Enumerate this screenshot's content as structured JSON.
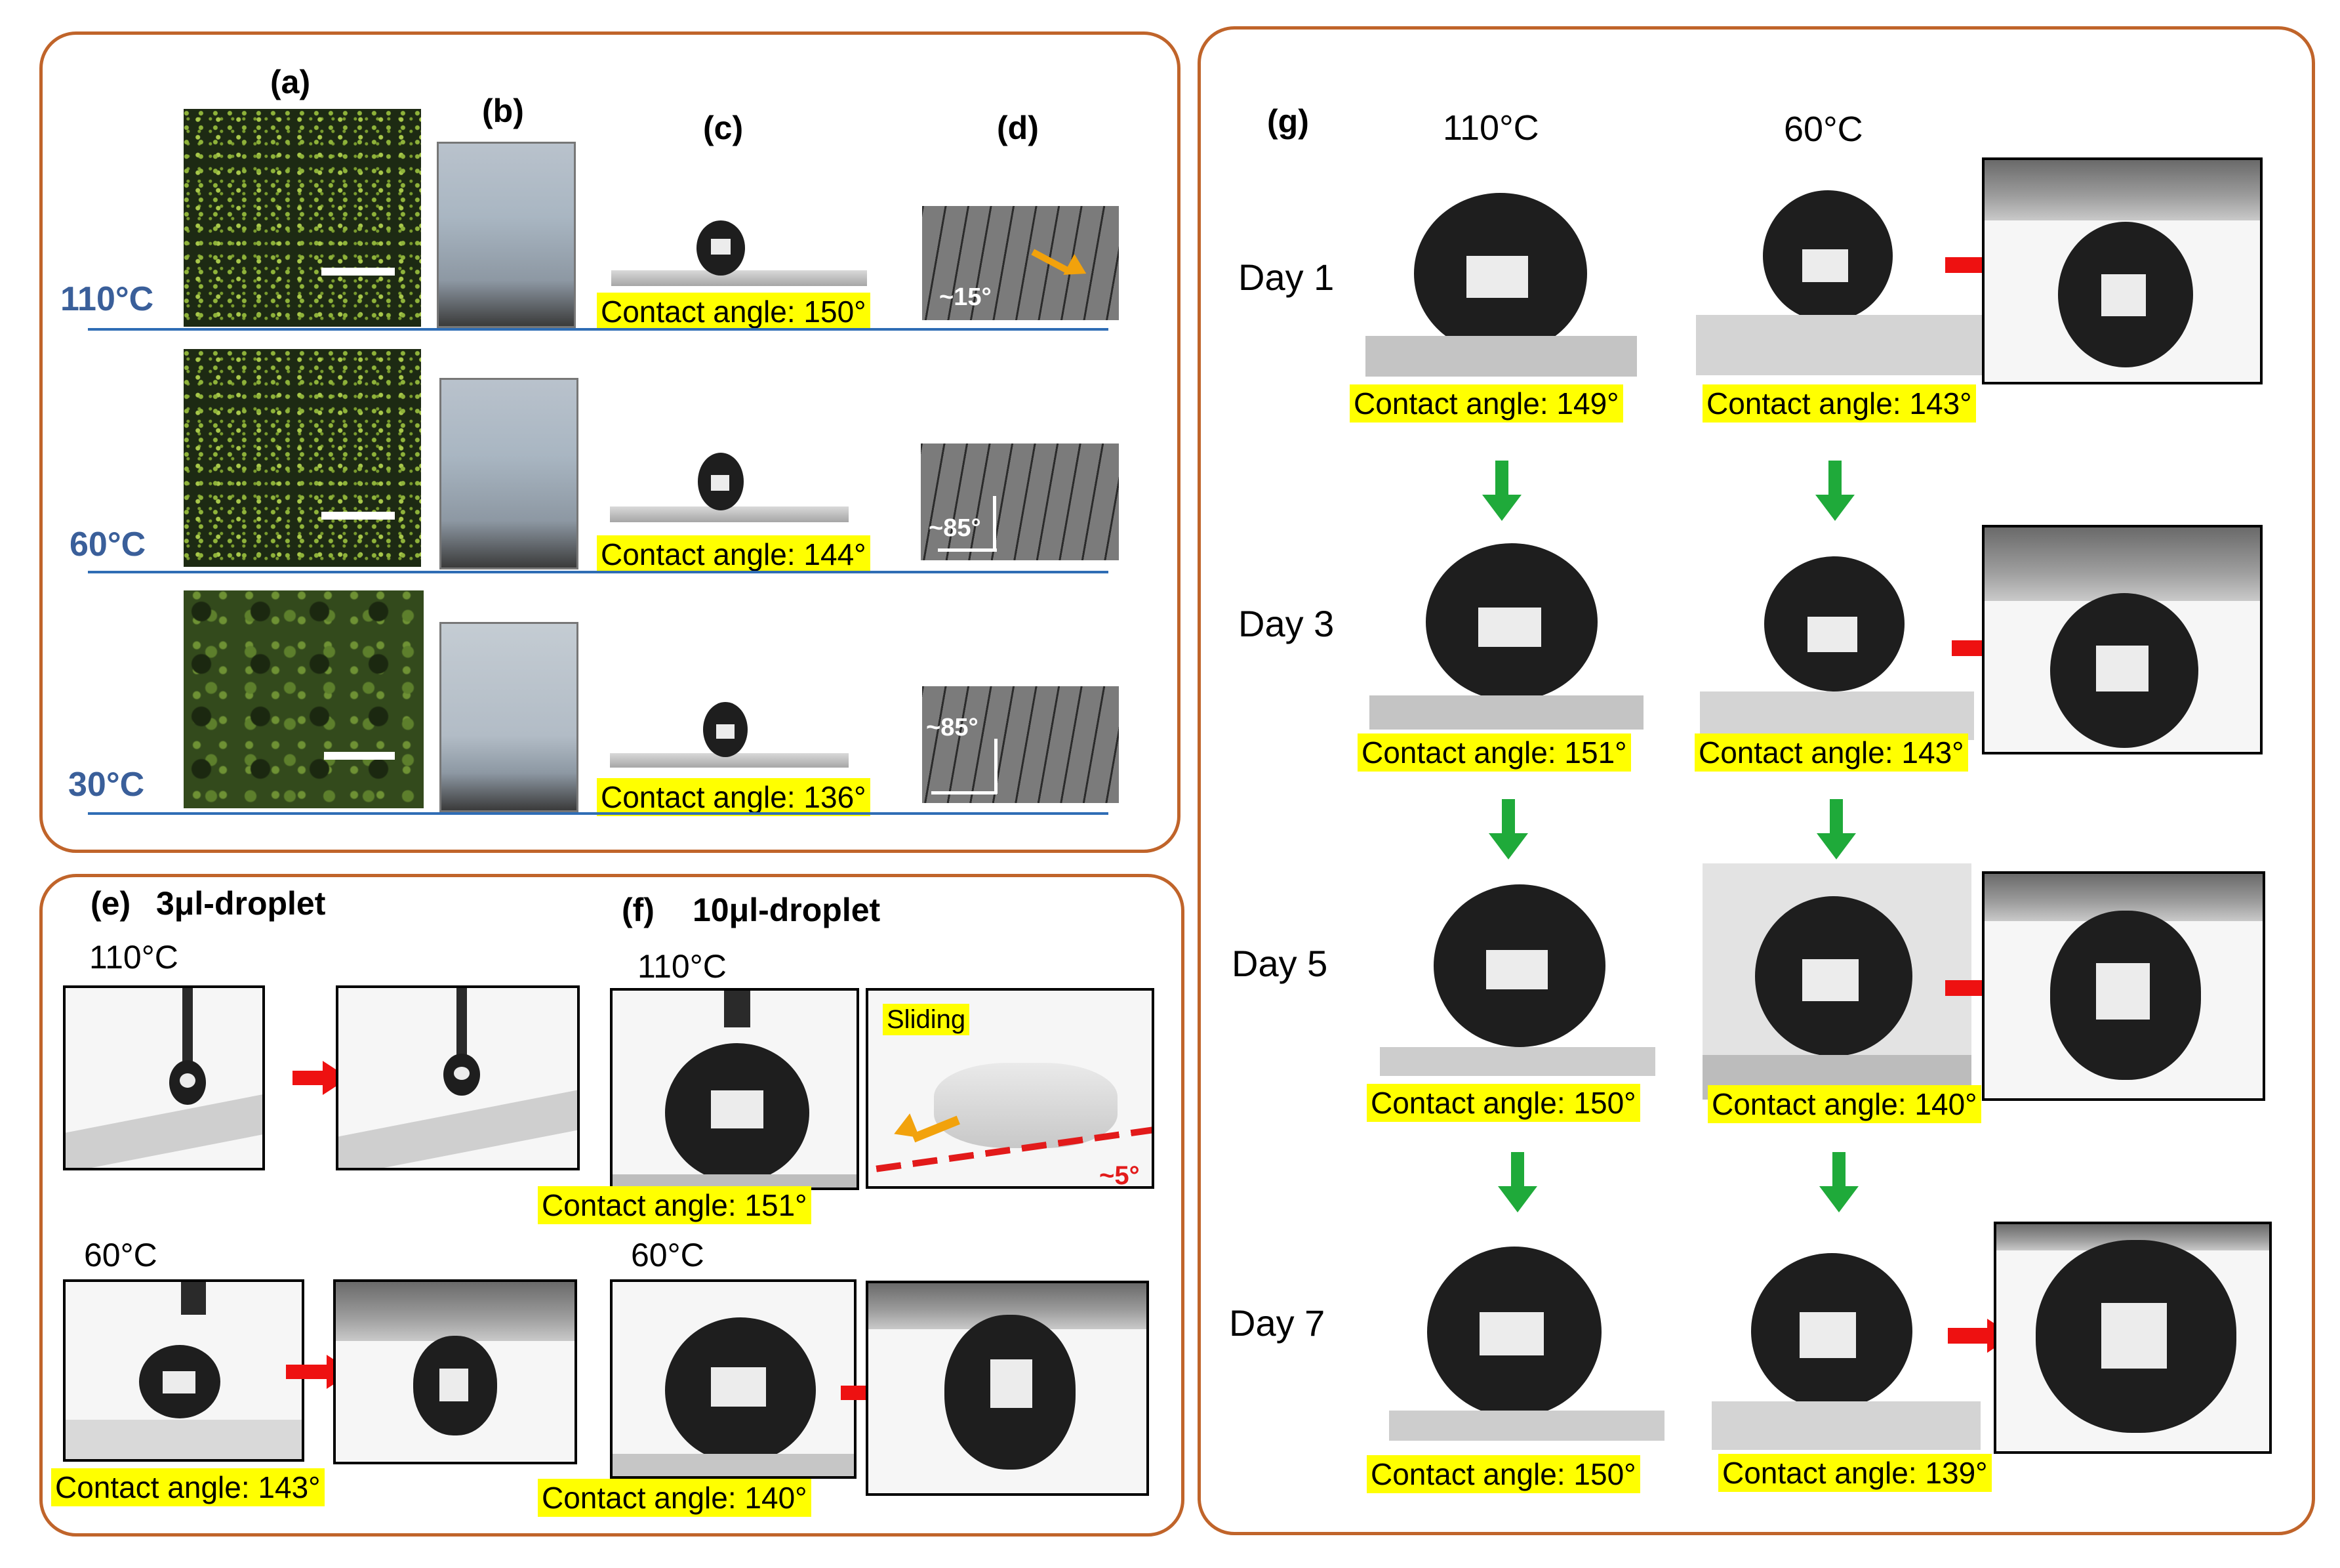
{
  "panels_abcd": {
    "labels": {
      "a": "(a)",
      "b": "(b)",
      "c": "(c)",
      "d": "(d)"
    },
    "rows": [
      {
        "temp": "110°C",
        "contact_angle": "Contact angle: 150°",
        "tilt": "~15°"
      },
      {
        "temp": "60°C",
        "contact_angle": "Contact angle: 144°",
        "tilt": "~85°"
      },
      {
        "temp": "30°C",
        "contact_angle": "Contact angle: 136°",
        "tilt": "~85°"
      }
    ]
  },
  "panel_e": {
    "label": "(e)",
    "title": "3μl-droplet",
    "temp_110": "110°C",
    "temp_60": "60°C",
    "contact_angle_60": "Contact angle: 143°"
  },
  "panel_f": {
    "label": "(f)",
    "title": "10μl-droplet",
    "temp_110": "110°C",
    "temp_60": "60°C",
    "contact_angle_110": "Contact angle: 151°",
    "contact_angle_60": "Contact angle: 140°",
    "sliding": "Sliding",
    "slide_angle": "~5°"
  },
  "panel_g": {
    "label": "(g)",
    "col_110": "110°C",
    "col_60": "60°C",
    "days": [
      {
        "day": "Day 1",
        "ca_110": "Contact angle: 149°",
        "ca_60": "Contact angle: 143°"
      },
      {
        "day": "Day 3",
        "ca_110": "Contact angle: 151°",
        "ca_60": "Contact angle: 143°"
      },
      {
        "day": "Day 5",
        "ca_110": "Contact angle: 150°",
        "ca_60": "Contact angle: 140°"
      },
      {
        "day": "Day 7",
        "ca_110": "Contact angle: 150°",
        "ca_60": "Contact angle: 139°"
      }
    ]
  },
  "colors": {
    "frame": "#c0642a",
    "temp_label": "#3a5f9a",
    "divider": "#2f6db5",
    "highlight": "#ffff00",
    "red_arrow": "#ee1111",
    "green_arrow": "#1faa3a",
    "orange_arrow": "#f2a20c"
  }
}
